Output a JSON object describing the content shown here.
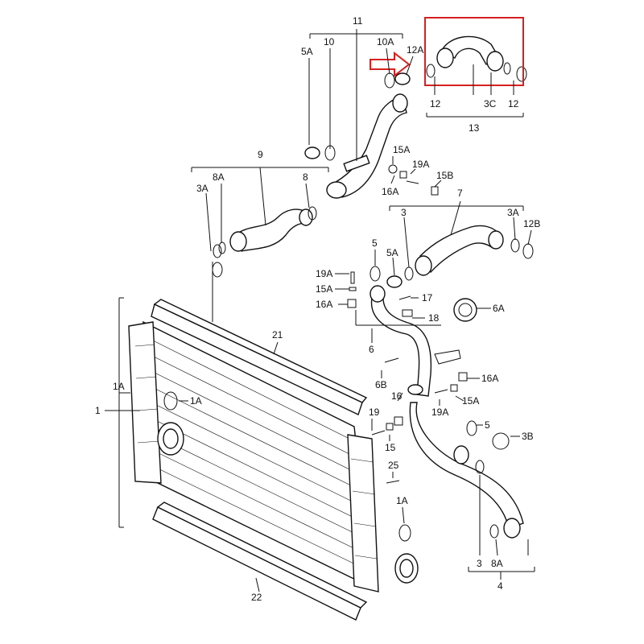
{
  "diagram": {
    "highlight_color": "#d62020",
    "labels": {
      "l11": "11",
      "l10": "10",
      "l10A": "10A",
      "l12A": "12A",
      "l5A_top": "5A",
      "l12_a": "12",
      "l3C": "3C",
      "l12_b": "12",
      "l13": "13",
      "l9": "9",
      "l8A_left": "8A",
      "l8": "8",
      "l3A_left": "3A",
      "l15A_top": "15A",
      "l19A_top": "19A",
      "l15B": "15B",
      "l16A_top": "16A",
      "l7": "7",
      "l3_mid": "3",
      "l3A_right": "3A",
      "l12B": "12B",
      "l5_mid": "5",
      "l5A_mid": "5A",
      "l19A_left": "19A",
      "l15A_left": "15A",
      "l16A_left": "16A",
      "l17": "17",
      "l18": "18",
      "l6A": "6A",
      "l6": "6",
      "l21": "21",
      "l1A_left": "1A",
      "l1": "1",
      "l1A_inner": "1A",
      "l6B": "6B",
      "l16_mid": "16",
      "l16A_right": "16A",
      "l15A_right": "15A",
      "l19A_right": "19A",
      "l19_low": "19",
      "l15_low": "15",
      "l5_low": "5",
      "l3B": "3B",
      "l25": "25",
      "l1A_low": "1A",
      "l3_low": "3",
      "l8A_low": "8A",
      "l4": "4",
      "l22": "22"
    }
  }
}
